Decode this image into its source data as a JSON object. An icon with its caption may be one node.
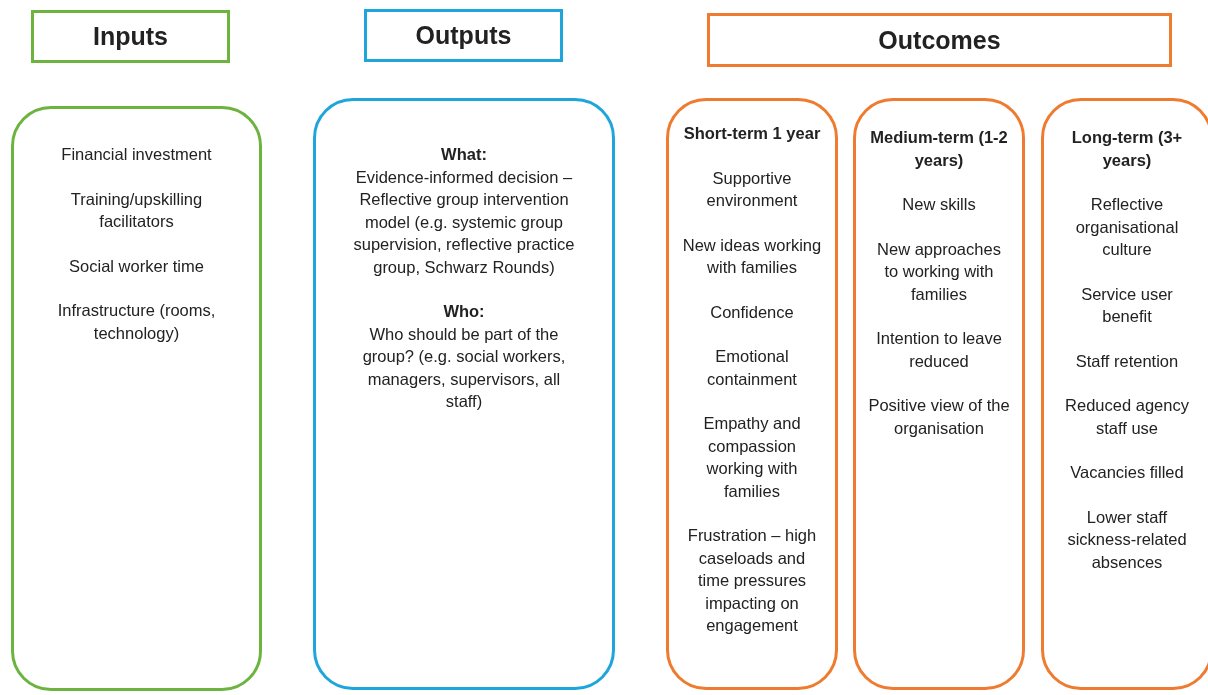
{
  "diagram": {
    "nodes": [
      {
        "text": [
          "Inputs"
        ]
      },
      {
        "text": [
          "Outputs"
        ]
      },
      {
        "text": [
          "Outcomes"
        ]
      },
      {
        "text": [
          "Financial investment",
          "Training/upskilling facilitators",
          "Social worker time",
          "Infrastructure (rooms, technology)"
        ]
      },
      {
        "text": [
          "What:",
          "Evidence-informed decision – Reflective group intervention model (e.g. systemic group supervision, reflective practice group, Schwarz Rounds)",
          "Who:",
          "Who should be part of the group? (e.g. social workers, managers, supervisors, all staff)"
        ]
      },
      {
        "text": [
          "Short-term 1 year",
          "Supportive environment",
          "New ideas working with families",
          "Confidence",
          "Emotional containment",
          "Empathy and compassion working with families",
          "Frustration – high caseloads and time pressures impacting on engagement"
        ]
      },
      {
        "text": [
          "Medium-term (1-2 years)",
          "New skills",
          "New approaches to working with families",
          "Intention to leave reduced",
          "Positive view of the organisation"
        ]
      },
      {
        "text": [
          "Long-term (3+ years)",
          "Reflective organisational culture",
          "Service user benefit",
          "Staff retention",
          "Reduced agency staff use",
          "Vacancies filled",
          "Lower staff sickness-related absences"
        ]
      }
    ]
  }
}
